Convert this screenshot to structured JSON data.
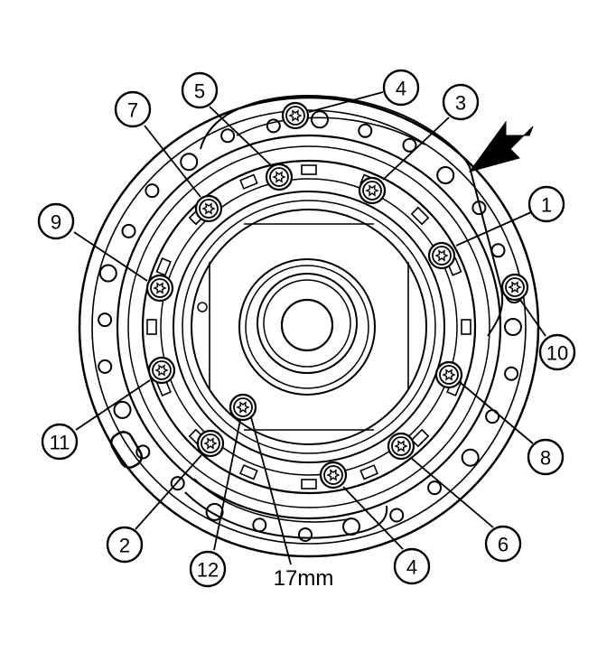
{
  "figure": {
    "callouts": [
      {
        "id": "c1",
        "label": "1"
      },
      {
        "id": "c2",
        "label": "2"
      },
      {
        "id": "c3",
        "label": "3"
      },
      {
        "id": "c4a",
        "label": "4"
      },
      {
        "id": "c4b",
        "label": "4"
      },
      {
        "id": "c5",
        "label": "5"
      },
      {
        "id": "c6",
        "label": "6"
      },
      {
        "id": "c7",
        "label": "7"
      },
      {
        "id": "c8",
        "label": "8"
      },
      {
        "id": "c9",
        "label": "9"
      },
      {
        "id": "c10",
        "label": "10"
      },
      {
        "id": "c11",
        "label": "11"
      },
      {
        "id": "c12",
        "label": "12"
      }
    ],
    "bolt_size_label": "17mm",
    "direction_arrow": "arrow-icon"
  },
  "colors": {
    "line": "#000000",
    "background": "#ffffff"
  }
}
